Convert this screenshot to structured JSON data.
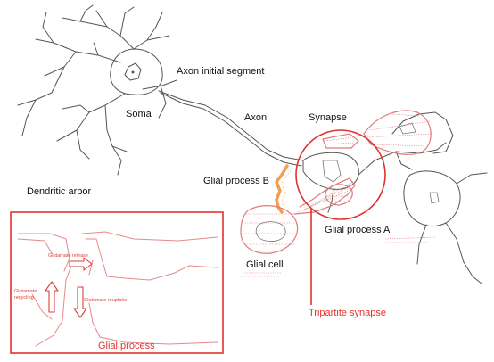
{
  "labels": {
    "axon_initial_segment": "Axon initial segment",
    "soma": "Soma",
    "axon": "Axon",
    "synapse": "Synapse",
    "glial_process_b": "Glial process B",
    "dendritic_arbor": "Dendritic arbor",
    "glial_process_a": "Glial process A",
    "glial_cell": "Glial cell",
    "tripartite_synapse": "Tripartite synapse",
    "glial_process": "Glial process"
  },
  "inset": {
    "glutamate_release": "Glutamate release",
    "glutamate_recycling_line1": "Glutamate",
    "glutamate_recycling_line2": "recycling",
    "glutamate_reuptake": "Glutamate reuptake"
  },
  "colors": {
    "highlight_red": "#e0332f",
    "glia_pink": "#e07a7a",
    "glial_process_b_orange": "#f0a050",
    "neuron_gray": "#555555"
  }
}
